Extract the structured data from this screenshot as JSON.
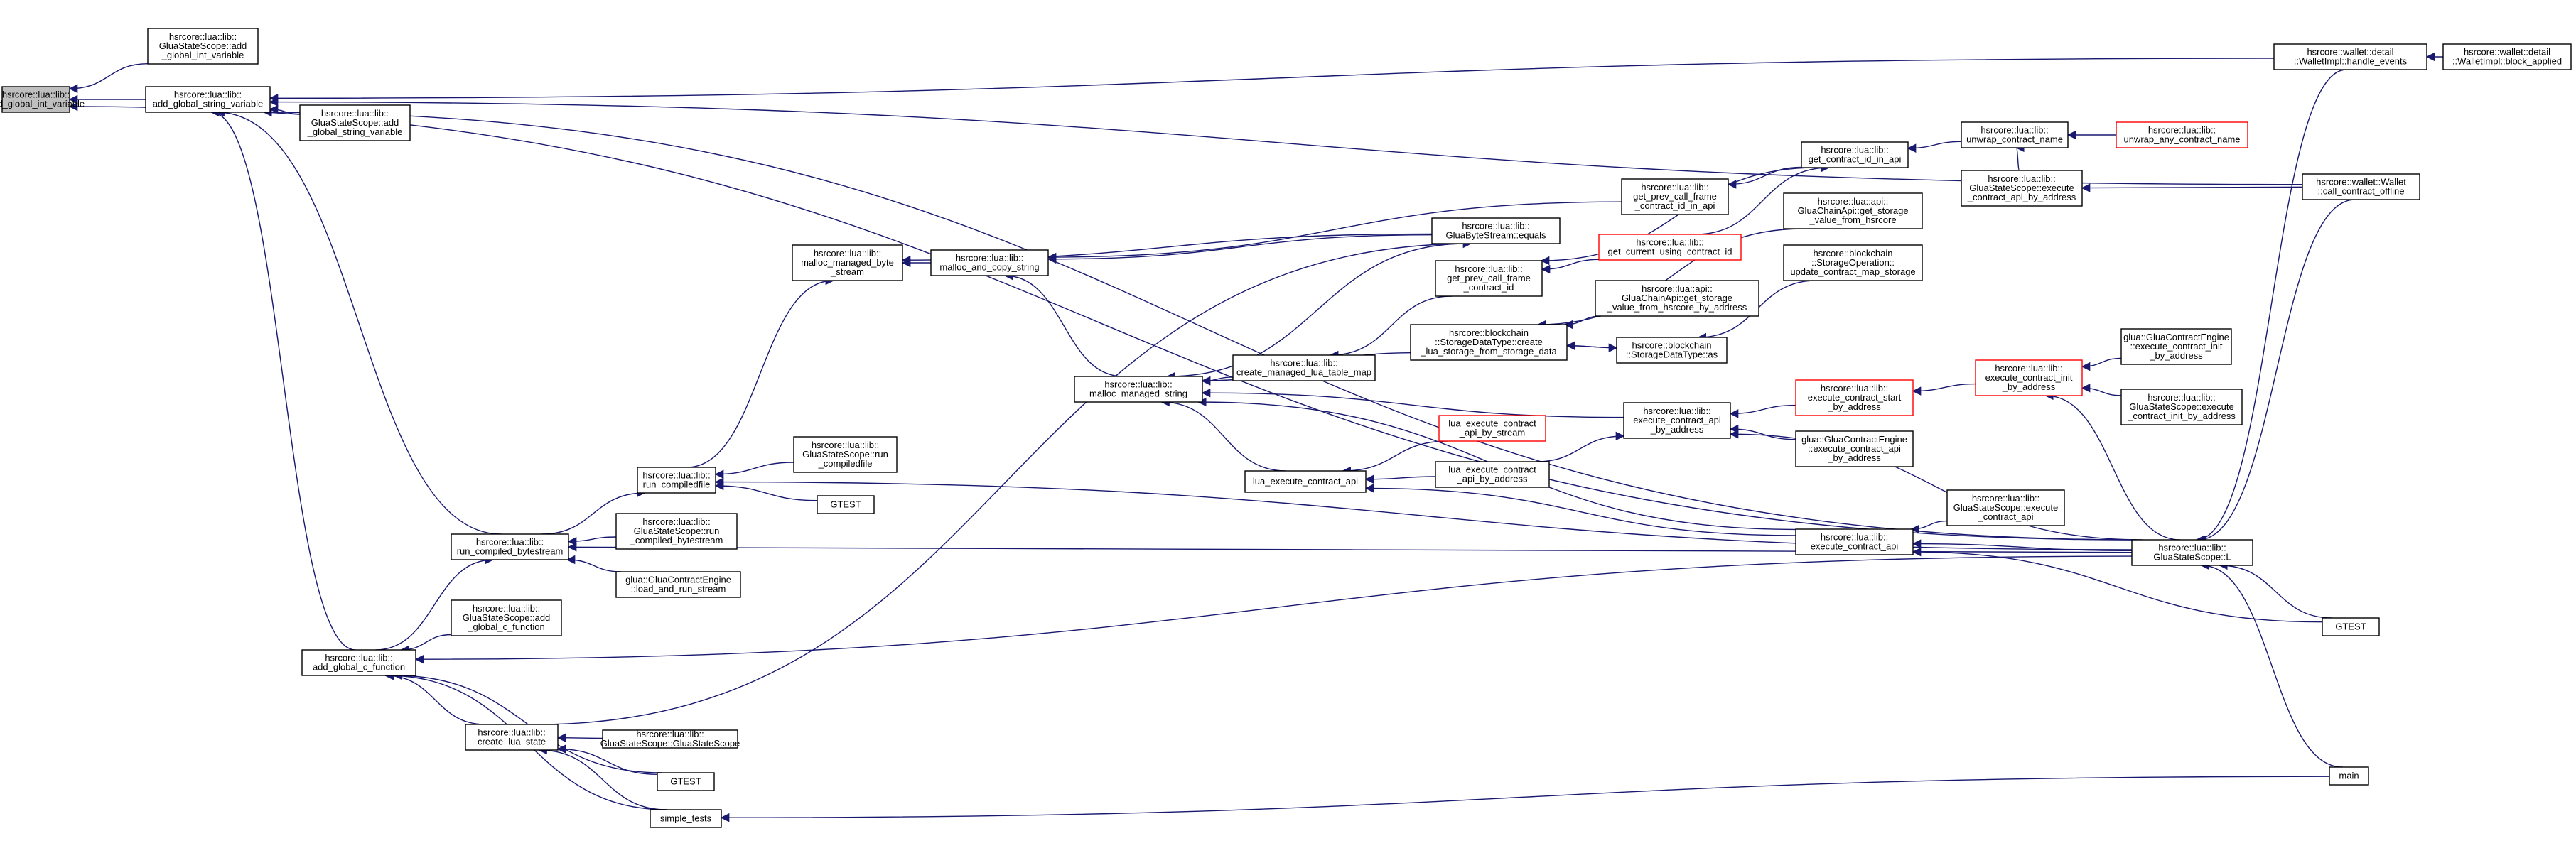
{
  "nodes": [
    {
      "id": "n1",
      "lines": [
        "hsrcore::lua::lib::",
        "add_global_int_variable"
      ],
      "current": true
    },
    {
      "id": "n2",
      "lines": [
        "hsrcore::lua::lib::",
        "GluaStateScope::add",
        "_global_int_variable"
      ]
    },
    {
      "id": "n3",
      "lines": [
        "hsrcore::lua::lib::",
        "add_global_string_variable"
      ]
    },
    {
      "id": "n4",
      "lines": [
        "hsrcore::lua::lib::",
        "GluaStateScope::add",
        "_global_string_variable"
      ]
    },
    {
      "id": "n5",
      "lines": [
        "hsrcore::wallet::detail",
        "::WalletImpl::handle_events"
      ]
    },
    {
      "id": "n6",
      "lines": [
        "hsrcore::wallet::detail",
        "::WalletImpl::block_applied"
      ]
    },
    {
      "id": "n7",
      "lines": [
        "hsrcore::lua::lib::",
        "malloc_managed_byte",
        "_stream"
      ]
    },
    {
      "id": "n8",
      "lines": [
        "hsrcore::lua::lib::",
        "malloc_and_copy_string"
      ]
    },
    {
      "id": "n9",
      "lines": [
        "hsrcore::lua::lib::",
        "GluaByteStream::equals"
      ]
    },
    {
      "id": "n10",
      "lines": [
        "hsrcore::lua::lib::",
        "get_prev_call_frame",
        "_contract_id_in_api"
      ]
    },
    {
      "id": "n11",
      "lines": [
        "hsrcore::lua::lib::",
        "get_contract_id_in_api"
      ]
    },
    {
      "id": "n12",
      "lines": [
        "hsrcore::lua::lib::",
        "unwrap_contract_name"
      ]
    },
    {
      "id": "n13",
      "lines": [
        "hsrcore::lua::lib::",
        "unwrap_any_contract_name"
      ],
      "truncated": true
    },
    {
      "id": "n14",
      "lines": [
        "hsrcore::wallet::Wallet",
        "::call_contract_offline"
      ]
    },
    {
      "id": "n15",
      "lines": [
        "hsrcore::lua::lib::",
        "get_prev_call_frame",
        "_contract_id"
      ]
    },
    {
      "id": "n16",
      "lines": [
        "hsrcore::lua::lib::",
        "get_current_using_contract_id"
      ],
      "truncated": true
    },
    {
      "id": "n17",
      "lines": [
        "hsrcore::lua::api::",
        "GluaChainApi::get_storage",
        "_value_from_hsrcore"
      ]
    },
    {
      "id": "n18",
      "lines": [
        "hsrcore::lua::lib::",
        "GluaStateScope::execute",
        "_contract_api_by_address"
      ]
    },
    {
      "id": "n19",
      "lines": [
        "hsrcore::blockchain",
        "::StorageOperation::",
        "update_contract_map_storage"
      ]
    },
    {
      "id": "n20",
      "lines": [
        "hsrcore::lua::lib::",
        "create_managed_lua_table_map"
      ]
    },
    {
      "id": "n21",
      "lines": [
        "hsrcore::blockchain",
        "::StorageDataType::create",
        "_lua_storage_from_storage_data"
      ]
    },
    {
      "id": "n22",
      "lines": [
        "hsrcore::lua::api::",
        "GluaChainApi::get_storage",
        "_value_from_hsrcore_by_address"
      ]
    },
    {
      "id": "n23",
      "lines": [
        "hsrcore::blockchain",
        "::StorageDataType::as"
      ]
    },
    {
      "id": "n24",
      "lines": [
        "hsrcore::lua::lib::",
        "malloc_managed_string"
      ]
    },
    {
      "id": "n25",
      "lines": [
        "hsrcore::lua::lib::",
        "execute_contract_api",
        "_by_address"
      ]
    },
    {
      "id": "n26",
      "lines": [
        "hsrcore::lua::lib::",
        "execute_contract_start",
        "_by_address"
      ],
      "truncated": true
    },
    {
      "id": "n27",
      "lines": [
        "hsrcore::lua::lib::",
        "execute_contract_init",
        "_by_address"
      ],
      "truncated": true
    },
    {
      "id": "n28",
      "lines": [
        "glua::GluaContractEngine",
        "::execute_contract_init",
        "_by_address"
      ]
    },
    {
      "id": "n29",
      "lines": [
        "hsrcore::lua::lib::",
        "GluaStateScope::execute",
        "_contract_init_by_address"
      ]
    },
    {
      "id": "n30",
      "lines": [
        "lua_execute_contract",
        "_api_by_stream"
      ],
      "truncated": true
    },
    {
      "id": "n31",
      "lines": [
        "glua::GluaContractEngine",
        "::execute_contract_api",
        "_by_address"
      ]
    },
    {
      "id": "n32",
      "lines": [
        "hsrcore::lua::lib::",
        "GluaStateScope::run",
        "_compiledfile"
      ]
    },
    {
      "id": "n33",
      "lines": [
        "hsrcore::lua::lib::",
        "run_compiledfile"
      ]
    },
    {
      "id": "n34",
      "lines": [
        "lua_execute_contract_api"
      ]
    },
    {
      "id": "n35",
      "lines": [
        "lua_execute_contract",
        "_api_by_address"
      ]
    },
    {
      "id": "n36",
      "lines": [
        "GTEST"
      ]
    },
    {
      "id": "n37",
      "lines": [
        "hsrcore::lua::lib::",
        "GluaStateScope::run",
        "_compiled_bytestream"
      ]
    },
    {
      "id": "n38",
      "lines": [
        "hsrcore::lua::lib::",
        "run_compiled_bytestream"
      ]
    },
    {
      "id": "n39",
      "lines": [
        "hsrcore::lua::lib::",
        "execute_contract_api"
      ]
    },
    {
      "id": "n40",
      "lines": [
        "hsrcore::lua::lib::",
        "GluaStateScope::execute",
        "_contract_api"
      ]
    },
    {
      "id": "n41",
      "lines": [
        "hsrcore::lua::lib::",
        "GluaStateScope::L"
      ]
    },
    {
      "id": "n42",
      "lines": [
        "glua::GluaContractEngine",
        "::load_and_run_stream"
      ]
    },
    {
      "id": "n43",
      "lines": [
        "hsrcore::lua::lib::",
        "GluaStateScope::add",
        "_global_c_function"
      ]
    },
    {
      "id": "n44",
      "lines": [
        "GTEST"
      ]
    },
    {
      "id": "n45",
      "lines": [
        "hsrcore::lua::lib::",
        "add_global_c_function"
      ]
    },
    {
      "id": "n46",
      "lines": [
        "hsrcore::lua::lib::",
        "create_lua_state"
      ]
    },
    {
      "id": "n47",
      "lines": [
        "hsrcore::lua::lib::",
        "GluaStateScope::GluaStateScope"
      ]
    },
    {
      "id": "n48",
      "lines": [
        "GTEST"
      ]
    },
    {
      "id": "n49",
      "lines": [
        "main"
      ]
    },
    {
      "id": "n50",
      "lines": [
        "simple_tests"
      ]
    }
  ],
  "edges": [
    {
      "from": "n2",
      "to": "n1"
    },
    {
      "from": "n3",
      "to": "n1"
    },
    {
      "from": "n41",
      "to": "n1"
    },
    {
      "from": "n4",
      "to": "n3"
    },
    {
      "from": "n5",
      "to": "n3"
    },
    {
      "from": "n14",
      "to": "n3"
    },
    {
      "from": "n41",
      "to": "n3"
    },
    {
      "from": "n6",
      "to": "n5"
    },
    {
      "from": "n8",
      "to": "n7"
    },
    {
      "from": "n9",
      "to": "n7"
    },
    {
      "from": "n33",
      "to": "n7"
    },
    {
      "from": "n9",
      "to": "n8"
    },
    {
      "from": "n10",
      "to": "n8"
    },
    {
      "from": "n24",
      "to": "n8"
    },
    {
      "from": "n11",
      "to": "n10"
    },
    {
      "from": "n12",
      "to": "n11"
    },
    {
      "from": "n16",
      "to": "n11"
    },
    {
      "from": "n18",
      "to": "n12"
    },
    {
      "from": "n13",
      "to": "n12"
    },
    {
      "from": "n14",
      "to": "n18"
    },
    {
      "from": "n11",
      "to": "n15"
    },
    {
      "from": "n16",
      "to": "n15"
    },
    {
      "from": "n15",
      "to": "n20"
    },
    {
      "from": "n17",
      "to": "n21"
    },
    {
      "from": "n22",
      "to": "n21"
    },
    {
      "from": "n23",
      "to": "n21"
    },
    {
      "from": "n19",
      "to": "n23"
    },
    {
      "from": "n21",
      "to": "n23"
    },
    {
      "from": "n20",
      "to": "n24"
    },
    {
      "from": "n9",
      "to": "n24"
    },
    {
      "from": "n21",
      "to": "n24"
    },
    {
      "from": "n25",
      "to": "n24"
    },
    {
      "from": "n26",
      "to": "n25"
    },
    {
      "from": "n31",
      "to": "n25"
    },
    {
      "from": "n35",
      "to": "n25"
    },
    {
      "from": "n41",
      "to": "n25"
    },
    {
      "from": "n27",
      "to": "n26"
    },
    {
      "from": "n28",
      "to": "n27"
    },
    {
      "from": "n29",
      "to": "n27"
    },
    {
      "from": "n41",
      "to": "n27"
    },
    {
      "from": "n34",
      "to": "n24"
    },
    {
      "from": "n30",
      "to": "n34"
    },
    {
      "from": "n35",
      "to": "n34"
    },
    {
      "from": "n39",
      "to": "n34"
    },
    {
      "from": "n39",
      "to": "n24"
    },
    {
      "from": "n40",
      "to": "n39"
    },
    {
      "from": "n44",
      "to": "n39"
    },
    {
      "from": "n41",
      "to": "n39"
    },
    {
      "from": "n32",
      "to": "n33"
    },
    {
      "from": "n36",
      "to": "n33"
    },
    {
      "from": "n38",
      "to": "n33"
    },
    {
      "from": "n41",
      "to": "n33"
    },
    {
      "from": "n37",
      "to": "n38"
    },
    {
      "from": "n42",
      "to": "n38"
    },
    {
      "from": "n45",
      "to": "n38"
    },
    {
      "from": "n41",
      "to": "n38"
    },
    {
      "from": "n38",
      "to": "n3"
    },
    {
      "from": "n43",
      "to": "n45"
    },
    {
      "from": "n46",
      "to": "n45"
    },
    {
      "from": "n48",
      "to": "n45"
    },
    {
      "from": "n50",
      "to": "n45"
    },
    {
      "from": "n41",
      "to": "n45"
    },
    {
      "from": "n45",
      "to": "n3"
    },
    {
      "from": "n46",
      "to": "n9"
    },
    {
      "from": "n47",
      "to": "n46"
    },
    {
      "from": "n48",
      "to": "n46"
    },
    {
      "from": "n50",
      "to": "n46"
    },
    {
      "from": "n49",
      "to": "n50"
    },
    {
      "from": "n5",
      "to": "n41"
    },
    {
      "from": "n14",
      "to": "n41"
    },
    {
      "from": "n44",
      "to": "n41"
    },
    {
      "from": "n49",
      "to": "n41"
    }
  ]
}
